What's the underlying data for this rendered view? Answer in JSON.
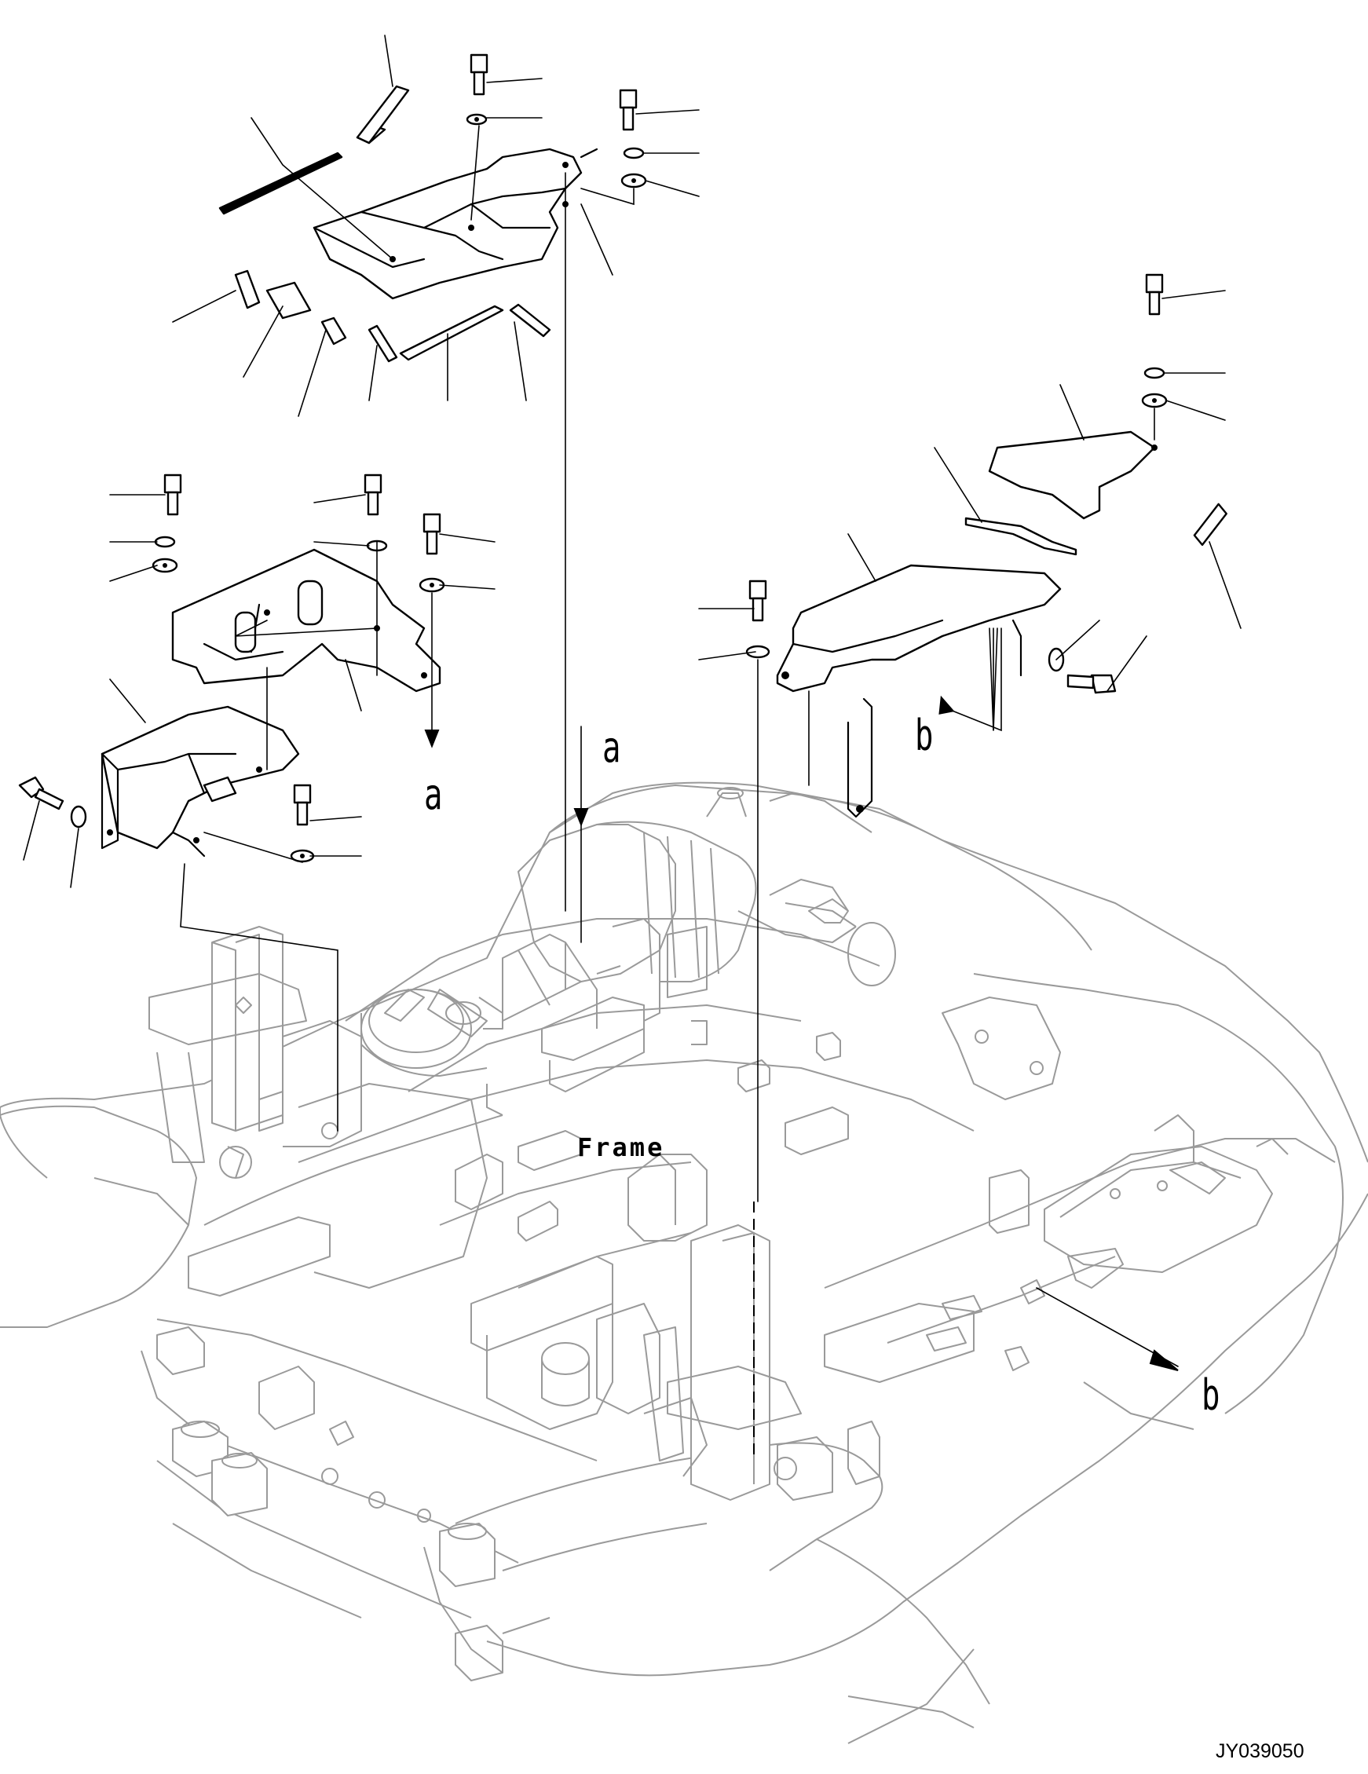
{
  "labels": {
    "frame": "Frame",
    "view_a_top": "a",
    "view_a_mid": "a",
    "view_b_top": "b",
    "view_b_bottom": "b"
  },
  "drawing_code": "JY039050"
}
